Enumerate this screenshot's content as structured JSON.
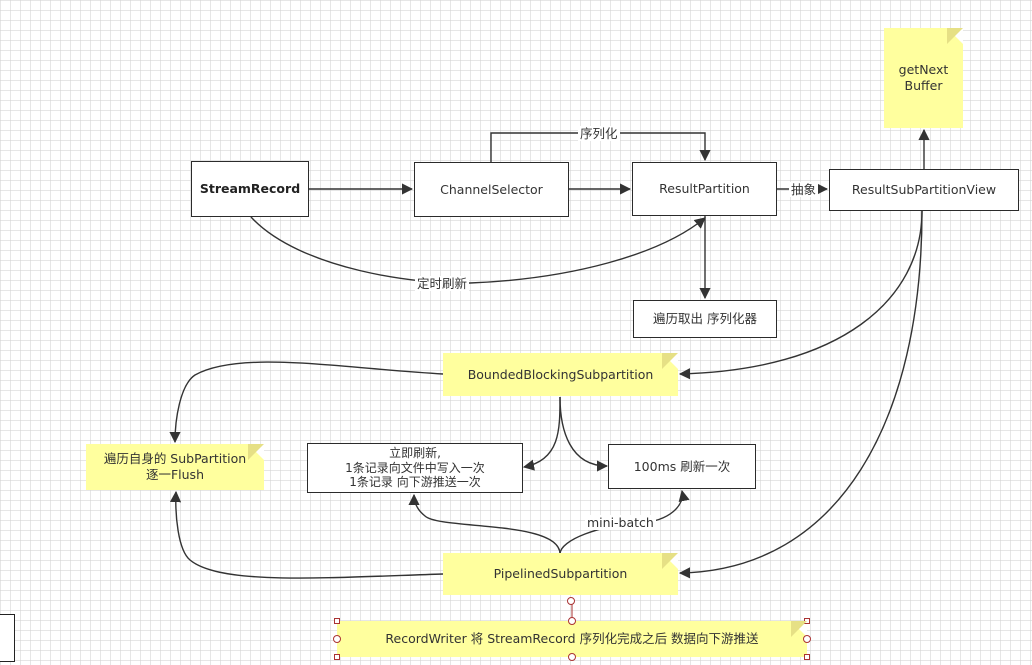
{
  "nodes": {
    "stream_record": "StreamRecord",
    "channel_selector": "ChannelSelector",
    "result_partition": "ResultPartition",
    "result_subpartition_view": "ResultSubPartitionView",
    "get_next_buffer": "getNext\nBuffer",
    "traverse_serializer": "遍历取出 序列化器",
    "bounded_blocking": "BoundedBlockingSubpartition",
    "flush_self": "遍历自身的 SubPartition\n逐一Flush",
    "immediate_flush": "立即刷新,\n1条记录向文件中写入一次\n1条记录 向下游推送一次",
    "flush_100ms": "100ms  刷新一次",
    "pipelined": "PipelinedSubpartition",
    "record_writer": "RecordWriter 将 StreamRecord 序列化完成之后 数据向下游推送"
  },
  "edge_labels": {
    "serialize": "序列化",
    "abstract": "抽象",
    "timed_flush": "定时刷新",
    "mini_batch": "mini-batch"
  },
  "colors": {
    "note_fill": "#ffff9e",
    "line": "#333333",
    "selection_handle": "#aa3333"
  }
}
